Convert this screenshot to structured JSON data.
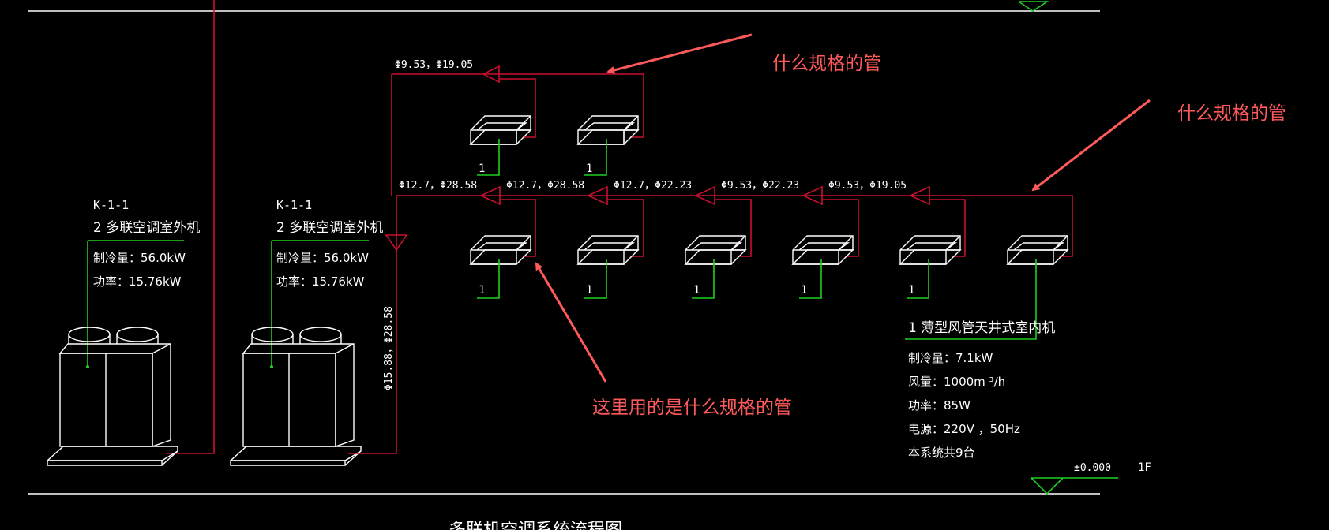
{
  "outdoor_units": [
    {
      "tag": "K-1-1",
      "label": "2  多联空调室外机",
      "cooling": "制冷量：56.0kW",
      "power": "功率：15.76kW"
    },
    {
      "tag": "K-1-1",
      "label": "2  多联空调室外机",
      "cooling": "制冷量：56.0kW",
      "power": "功率：15.76kW"
    }
  ],
  "main_riser": {
    "size": "Φ15.88，Φ28.58"
  },
  "upper_branch": {
    "size": "Φ9.53，Φ19.05",
    "units": [
      "1",
      "1"
    ]
  },
  "lower_branch": {
    "sizes": [
      "Φ12.7，Φ28.58",
      "Φ12.7，Φ28.58",
      "Φ12.7，Φ22.23",
      "Φ9.53，Φ22.23",
      "Φ9.53，Φ19.05"
    ],
    "units": [
      "1",
      "1",
      "1",
      "1",
      "1"
    ]
  },
  "indoor_unit": {
    "label": "1  薄型风管天井式室内机",
    "cooling": "制冷量：7.1kW",
    "airflow": "风量：1000m  ³/h",
    "power": "功率：85W",
    "supply": "电源：220V  ，50Hz",
    "count": "本系统共9台"
  },
  "level": {
    "elevation": "±0.000",
    "floor": "1F"
  },
  "title": "多联机空调系统流程图",
  "annotations": [
    "什么规格的管",
    "什么规格的管",
    "这里用的是什么规格的管"
  ],
  "colors": {
    "background": "#000000",
    "pipe": "#c8102e",
    "wire": "#1fcf1f",
    "line": "#ffffff",
    "note": "#ff5a5a"
  }
}
